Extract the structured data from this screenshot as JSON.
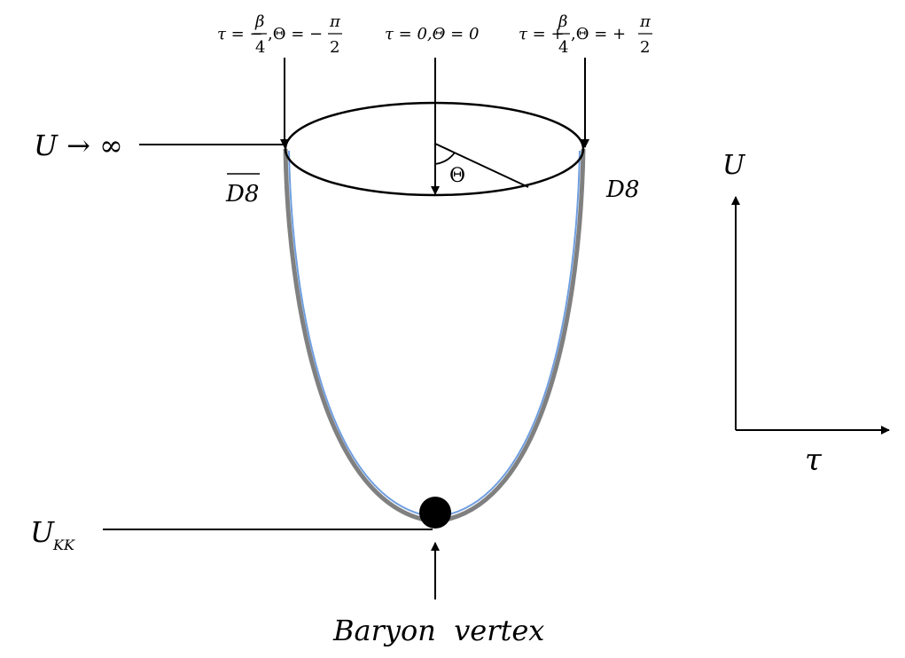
{
  "top_labels": {
    "left": {
      "tau": "τ = −",
      "frac_num": "β",
      "frac_den": "4",
      "theta": ",Θ = −",
      "pi_num": "π",
      "pi_den": "2"
    },
    "center": "τ = 0,Θ = 0",
    "right": {
      "tau": "τ = +",
      "frac_num": "β",
      "frac_den": "4",
      "theta": ",Θ = +",
      "pi_num": "π",
      "pi_den": "2"
    }
  },
  "labels": {
    "u_infinity": "U → ∞",
    "d8_bar": "D8",
    "d8": "D8",
    "theta": "Θ",
    "u_kk_main": "U",
    "u_kk_sub": "KK",
    "baryon_vertex": "Baryon  vertex"
  },
  "axes": {
    "u_label": "U",
    "tau_label": "τ"
  },
  "colors": {
    "stroke": "#000000",
    "brane_blue": "#6f9ee0",
    "brane_gray": "#808080"
  }
}
